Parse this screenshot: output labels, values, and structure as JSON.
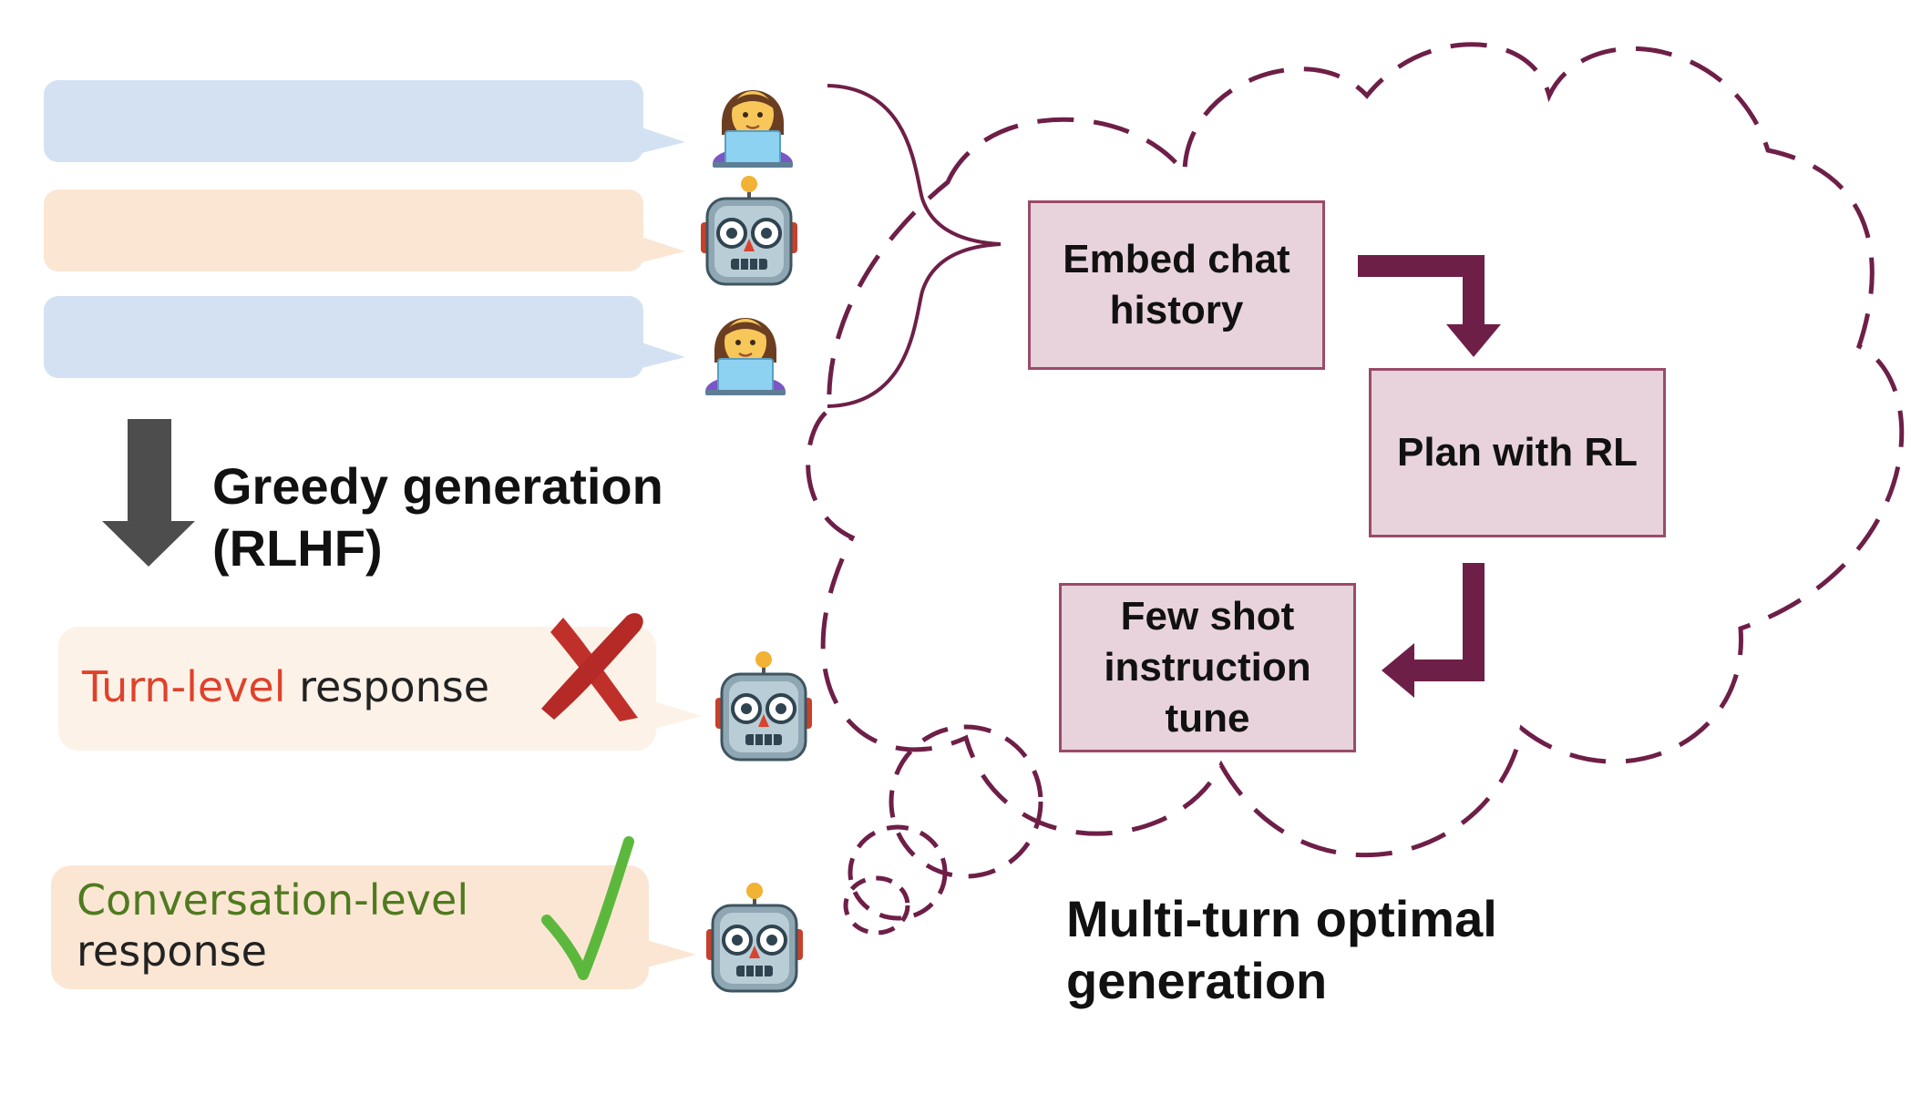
{
  "left_panel": {
    "greedy_label": "Greedy generation",
    "greedy_label_2": "(RLHF)",
    "turn_level": {
      "highlight": "Turn-level",
      "rest": " response",
      "status": "rejected"
    },
    "conversation_level": {
      "line1": "Conversation-level",
      "line2": "response",
      "status": "accepted"
    }
  },
  "right_panel": {
    "steps": [
      {
        "line1": "Embed chat",
        "line2": "history"
      },
      {
        "line1": "Plan with RL"
      },
      {
        "line1": "Few shot",
        "line2": "instruction",
        "line3": "tune"
      }
    ],
    "title_line1": "Multi-turn optimal",
    "title_line2": "generation"
  },
  "colors": {
    "user_bubble": "#d3e1f3",
    "bot_bubble": "#fbe6d4",
    "response_bubble": "#fdf2e8",
    "turn_level_text": "#e0412b",
    "conversation_level_text": "#4f7a1f",
    "cloud_stroke": "#6e1f47",
    "box_fill": "#e8d3dc",
    "box_border": "#9b4a6a",
    "arrow_dark": "#4d4d4d",
    "flow_arrow": "#6e1f47",
    "cross": "#c0302a",
    "check": "#5cb83c"
  },
  "icons": [
    "user-laptop-icon",
    "robot-icon",
    "user-laptop-icon",
    "down-arrow-icon",
    "cross-icon",
    "robot-icon",
    "check-icon",
    "robot-icon"
  ]
}
